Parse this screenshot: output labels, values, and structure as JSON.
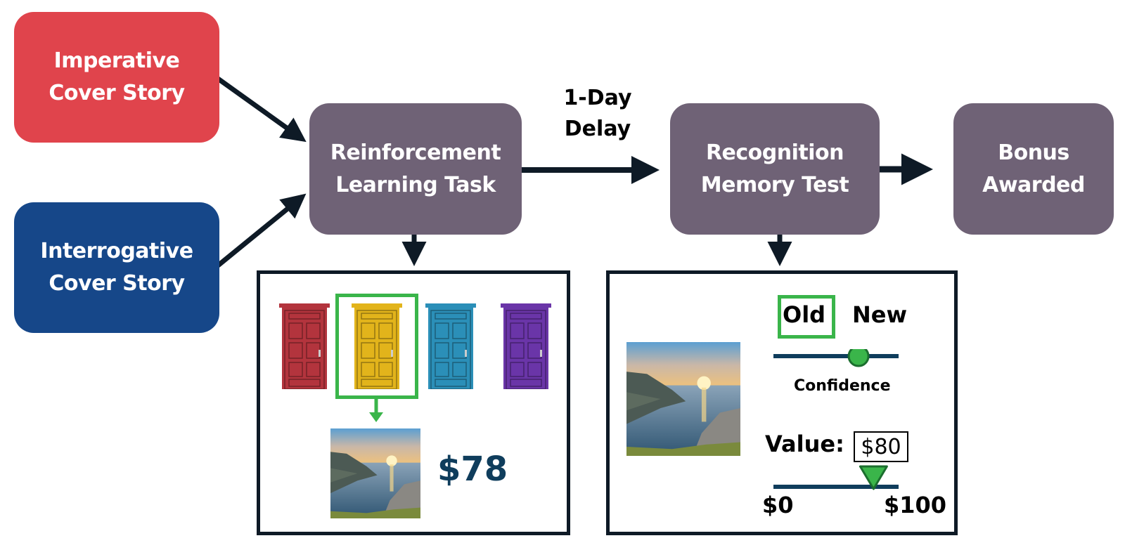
{
  "colors": {
    "imperative": "#e0444c",
    "interrogative": "#164789",
    "process": "#6f6276",
    "arrow": "#0e1a26",
    "selection": "#3ab54a",
    "selection_dark": "#1b6e2e",
    "slider_track": "#0f3d5c",
    "reward_text": "#0f3d5c"
  },
  "nodes": {
    "imperative": "Imperative\nCover Story",
    "interrogative": "Interrogative\nCover Story",
    "rl_task": "Reinforcement\nLearning Task",
    "memory_test": "Recognition\nMemory Test",
    "bonus": "Bonus\nAwarded"
  },
  "edge_labels": {
    "delay": "1-Day\nDelay"
  },
  "rl_panel": {
    "doors": [
      {
        "color_name": "red",
        "color": "#b3343d",
        "selected": false
      },
      {
        "color_name": "yellow",
        "color": "#e2b41b",
        "selected": true
      },
      {
        "color_name": "blue",
        "color": "#2b8fb8",
        "selected": false
      },
      {
        "color_name": "purple",
        "color": "#6a35a8",
        "selected": false
      }
    ],
    "image_description": "painted coastal sunset landscape",
    "reward": "$78"
  },
  "memory_panel": {
    "image_description": "painted coastal sunset landscape",
    "options": [
      {
        "label": "Old",
        "selected": true
      },
      {
        "label": "New",
        "selected": false
      }
    ],
    "confidence_label": "Confidence",
    "confidence_level": 0.68,
    "value_label": "Value:",
    "value_entered": "$80",
    "value_slider": {
      "min_label": "$0",
      "max_label": "$100",
      "min": 0,
      "max": 100,
      "value": 80
    }
  }
}
